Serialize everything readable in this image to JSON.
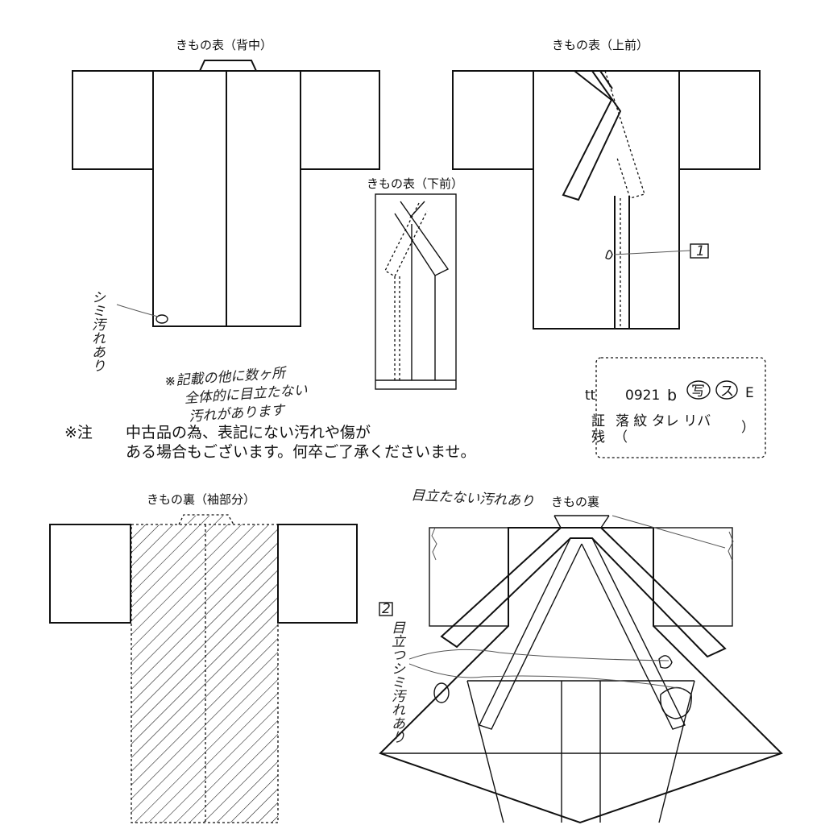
{
  "labels": {
    "front_back": "きもの表（背中）",
    "front_upper": "きもの表（上前）",
    "front_lower": "きもの表（下前）",
    "lining_sleeve": "きもの裏（袖部分）",
    "lining": "きもの裏"
  },
  "notice": {
    "mark": "※注",
    "line1": "中古品の為、表記にない汚れや傷が",
    "line2": "ある場合もございます。何卒ご了承くださいませ。"
  },
  "handwriting": {
    "stain_back": "シミ汚れあり",
    "extra_note_line1": "※記載の他に数ヶ所",
    "extra_note_line2": "全体的に目立たない",
    "extra_note_line3": "汚れがあります",
    "marker_1": "1",
    "lining_top": "目立たない汚れあり",
    "lining_left_mark": "2",
    "lining_left": "目立つシミ汚れあり"
  },
  "stamp": {
    "prefix": "tt",
    "code": "0921",
    "c1": "b",
    "c2": "写",
    "c3": "ス",
    "suffix": "E",
    "row2_left": "証",
    "row2_items": "落 紋 タレ リバ",
    "row3_left": "残",
    "row3_paren_open": "（",
    "row3_paren_close": "）"
  }
}
